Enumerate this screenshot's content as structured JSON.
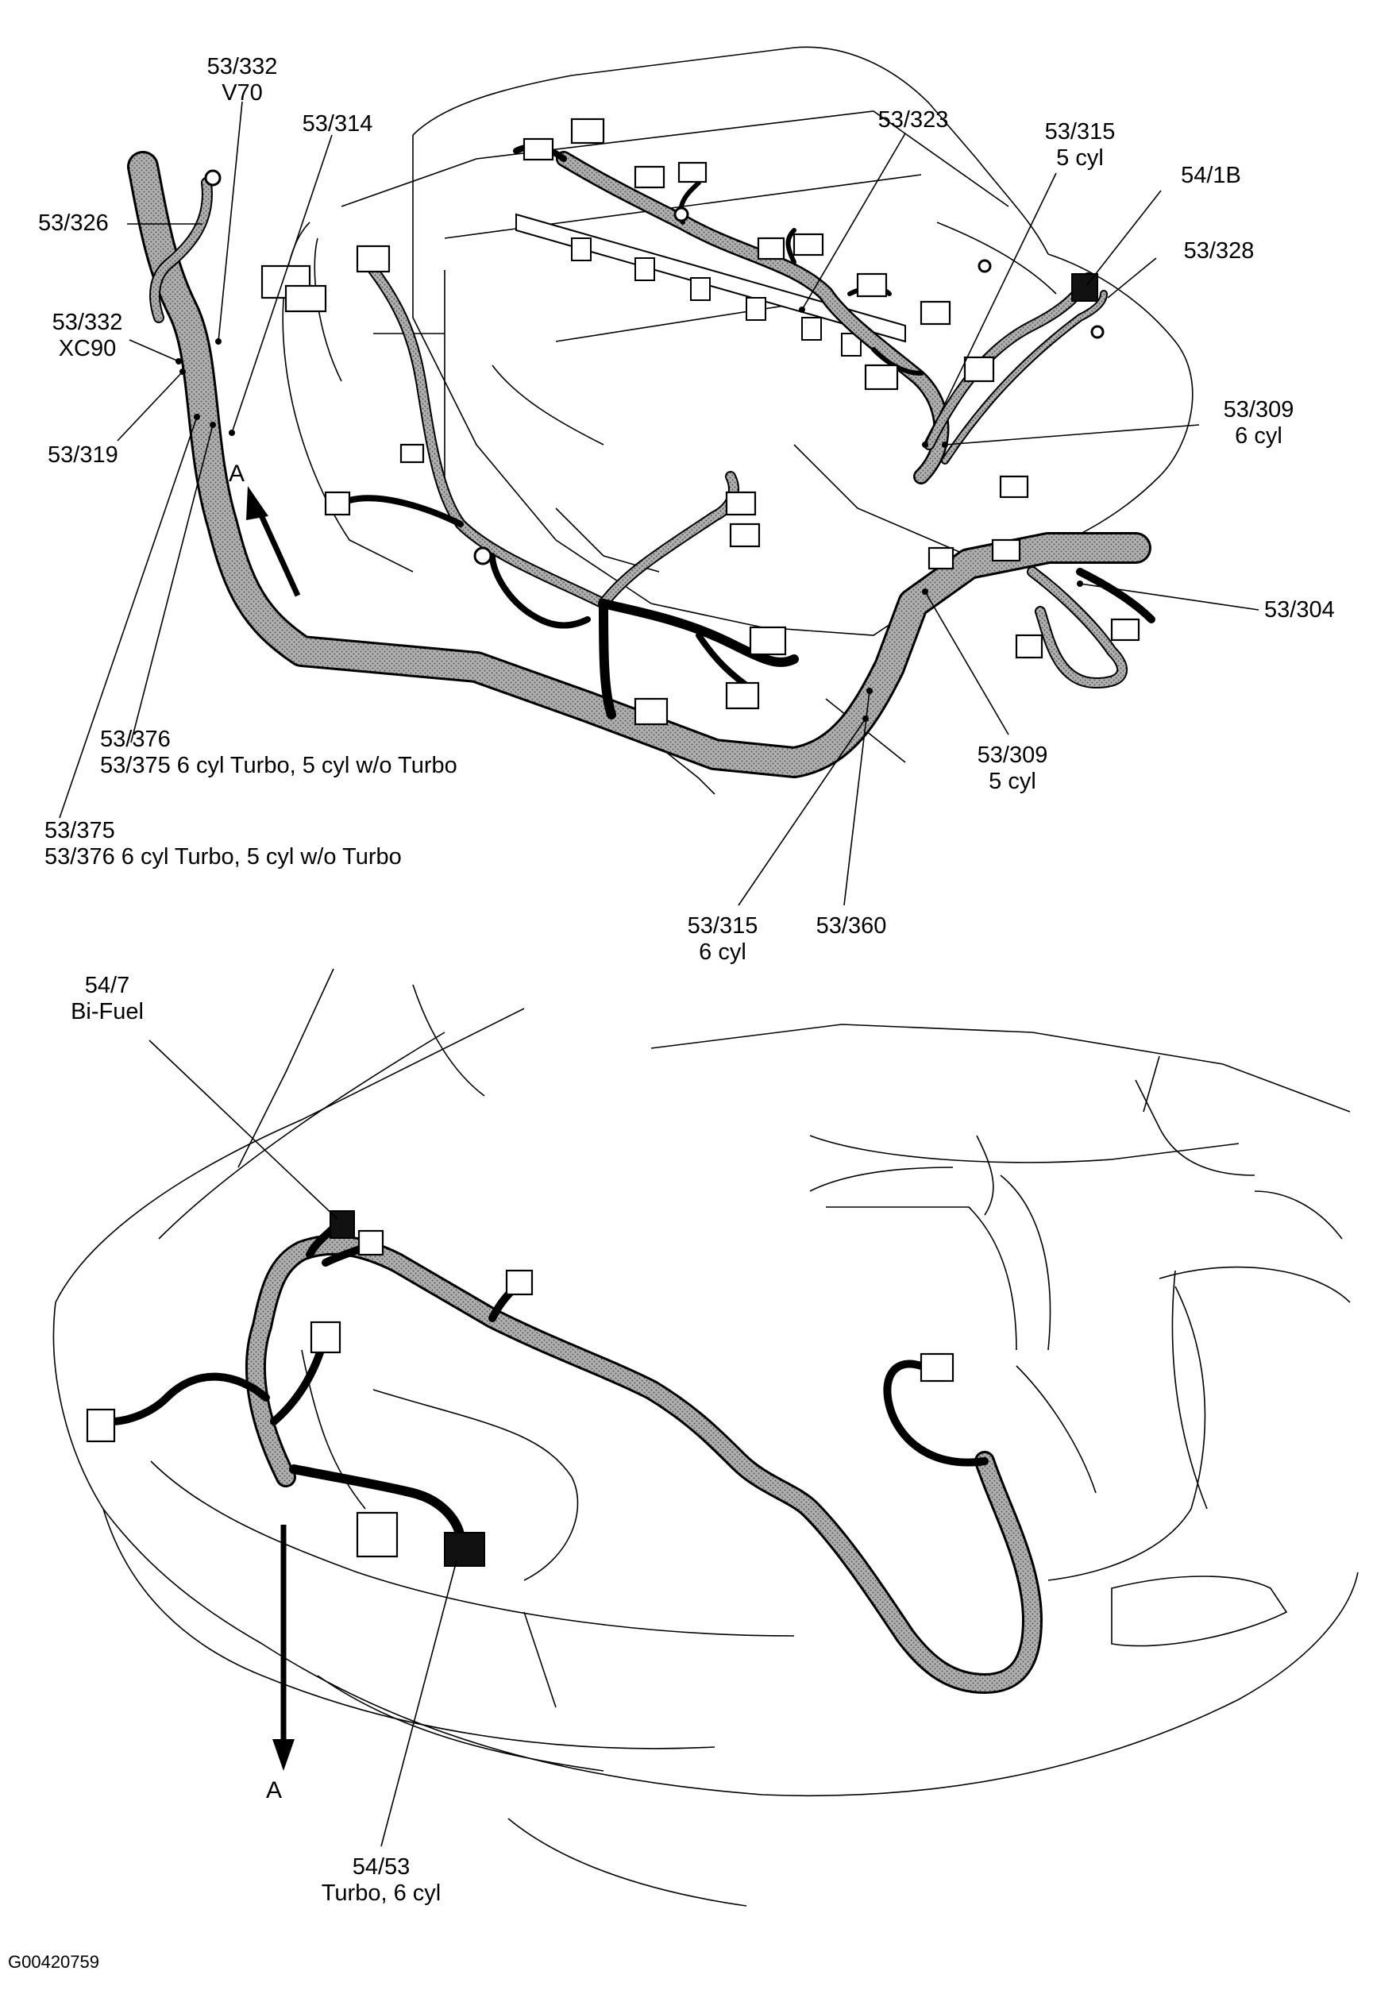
{
  "figure_id": "G00420759",
  "arrow_label": "A",
  "top_view": {
    "labels": {
      "l_53_332_v70": [
        "53/332",
        "V70"
      ],
      "l_53_314": [
        "53/314"
      ],
      "l_53_326": [
        "53/326"
      ],
      "l_53_332_xc90": [
        "53/332",
        "XC90"
      ],
      "l_53_319": [
        "53/319"
      ],
      "l_53_376": [
        "53/376",
        "53/375 6 cyl Turbo, 5 cyl w/o Turbo"
      ],
      "l_53_375": [
        "53/375",
        "53/376 6 cyl Turbo, 5 cyl w/o Turbo"
      ],
      "l_53_323": [
        "53/323"
      ],
      "l_53_315_5": [
        "53/315",
        "5 cyl"
      ],
      "l_54_1b": [
        "54/1B"
      ],
      "l_53_328": [
        "53/328"
      ],
      "l_53_309_6": [
        "53/309",
        "6 cyl"
      ],
      "l_53_304": [
        "53/304"
      ],
      "l_53_309_5": [
        "53/309",
        "5 cyl"
      ],
      "l_53_315_6": [
        "53/315",
        "6 cyl"
      ],
      "l_53_360": [
        "53/360"
      ]
    }
  },
  "bottom_view": {
    "labels": {
      "l_54_7": [
        "54/7",
        "Bi-Fuel"
      ],
      "l_54_53": [
        "54/53",
        "Turbo, 6 cyl"
      ]
    }
  },
  "colors": {
    "harness_fill": "#a8a8a8",
    "outline": "#000000",
    "background": "#ffffff",
    "connector_dark": "#111111"
  }
}
